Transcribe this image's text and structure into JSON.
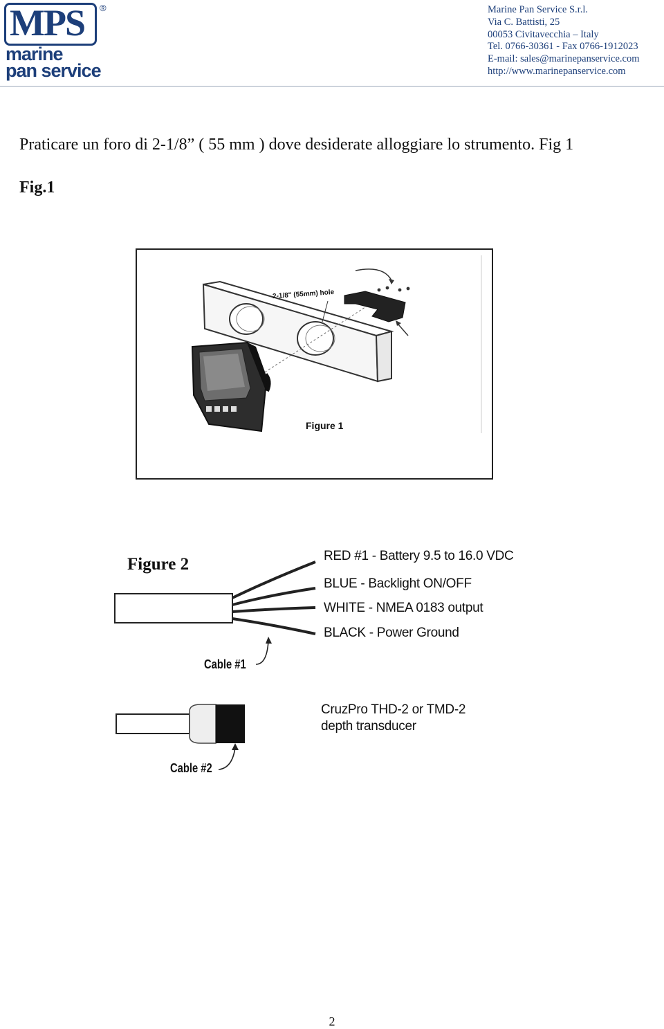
{
  "header": {
    "logo_top": "MPS",
    "logo_reg": "®",
    "logo_line1": "marine",
    "logo_line2": "pan service",
    "company": [
      "Marine Pan Service S.r.l.",
      "Via C. Battisti, 25",
      "00053 Civitavecchia – Italy",
      "Tel. 0766-30361 - Fax 0766-1912023",
      "E-mail: sales@marinepanservice.com",
      "http://www.marinepanservice.com"
    ]
  },
  "body": {
    "instruction": "Praticare un foro di 2-1/8” ( 55 mm ) dove desiderate alloggiare lo strumento. Fig 1",
    "fig_label": "Fig.1"
  },
  "figure1": {
    "hole_label": "2-1/8\" (55mm) hole",
    "caption": "Figure 1"
  },
  "figure2": {
    "title": "Figure 2",
    "wires": [
      "RED #1 -  Battery 9.5 to 16.0 VDC",
      "BLUE - Backlight ON/OFF",
      "WHITE - NMEA 0183 output",
      "BLACK - Power Ground"
    ],
    "cable1": "Cable #1",
    "cable2": "Cable #2",
    "transducer_line1": "CruzPro THD-2 or TMD-2",
    "transducer_line2": "depth transducer"
  },
  "footer": {
    "page_number": "2"
  }
}
